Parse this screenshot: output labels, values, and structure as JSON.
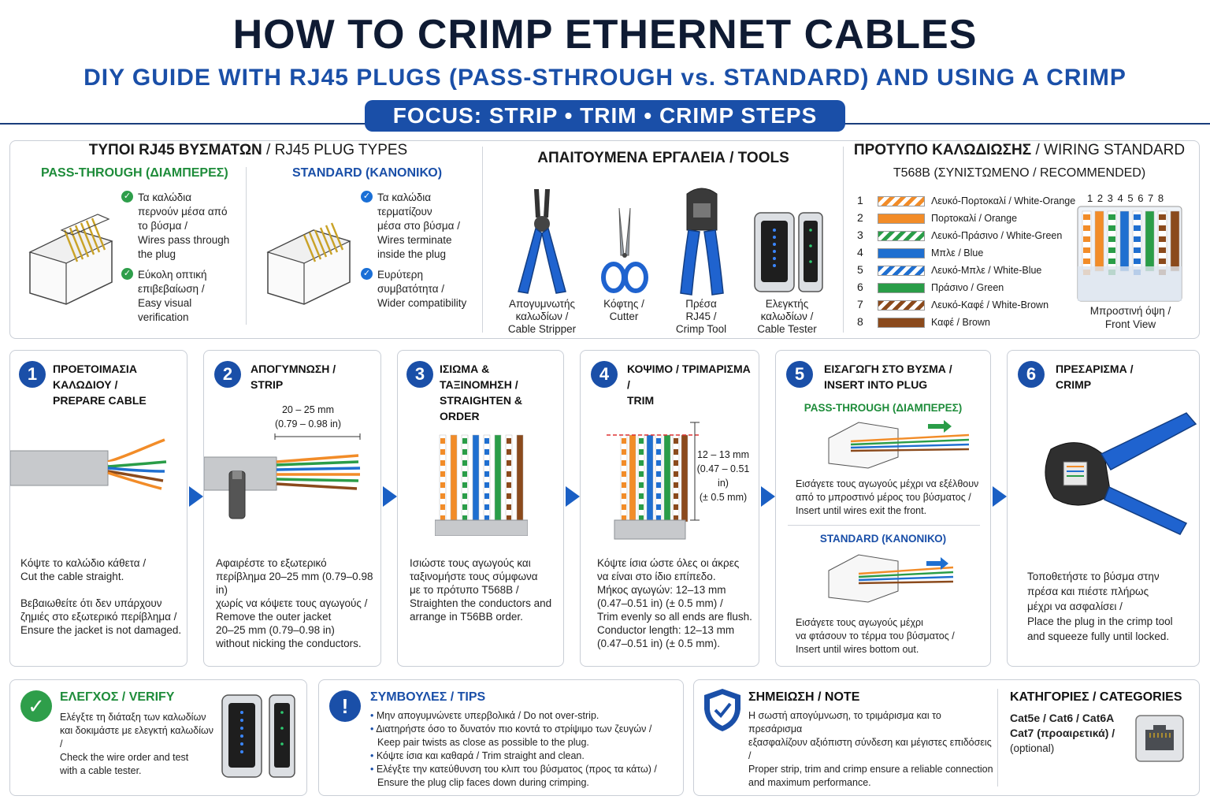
{
  "header": {
    "title": "HOW TO CRIMP ETHERNET CABLES",
    "subtitle": "DIY GUIDE WITH RJ45 PLUGS (PASS-STHROUGH vs. STANDARD) AND USING A CRIMP",
    "focus": "FOCUS: STRIP • TRIM • CRIMP STEPS"
  },
  "plug_types": {
    "title_gr": "ΤΥΠΟΙ RJ45 ΒΥΣΜΑΤΩΝ",
    "title_sep": " / ",
    "title_en": "RJ45 PLUG TYPES",
    "pass": {
      "label": "PASS-THROUGH (ΔΙΑΜΠΕΡΕΣ)",
      "p1": [
        "Τα καλώδια",
        "περνούν μέσα από",
        "το βύσμα /",
        "Wires pass through",
        "the plug"
      ],
      "p2": [
        "Εύκολη οπτική",
        "επιβεβαίωση /",
        "Easy visual",
        "verification"
      ]
    },
    "standard": {
      "label": "STANDARD (ΚΑΝΟΝΙΚΟ)",
      "p1": [
        "Τα καλώδια",
        "τερματίζουν",
        "μέσα στο βύσμα /",
        "Wires terminate",
        "inside the plug"
      ],
      "p2": [
        "Ευρύτερη",
        "συμβατότητα /",
        "Wider compatibility"
      ]
    }
  },
  "tools": {
    "title": "ΑΠΑΙΤΟΥΜΕΝΑ ΕΡΓΑΛΕΙΑ / TOOLS",
    "items": [
      {
        "l1": "Απογυμνωτής",
        "l2": "καλωδίων /",
        "l3": "Cable Stripper"
      },
      {
        "l1": "Κόφτης /",
        "l2": "Cutter",
        "l3": ""
      },
      {
        "l1": "Πρέσα",
        "l2": "RJ45 /",
        "l3": "Crimp Tool"
      },
      {
        "l1": "Ελεγκτής",
        "l2": "καλωδίων /",
        "l3": "Cable Tester"
      }
    ]
  },
  "wiring": {
    "title_gr": "ΠΡΟΤΥΠΟ ΚΑΛΩΔΙΩΣΗΣ",
    "title_sep": " / ",
    "title_en": "WIRING STANDARD",
    "subtitle": "T568B (ΣΥΝΙΣΤΩΜΕΝΟ / RECOMMENDED)",
    "pins_label": "1 2 3 4 5 6 7 8",
    "front_l1": "Μπροστινή όψη /",
    "front_l2": "Front View",
    "rows": [
      {
        "n": "1",
        "label": "Λευκό-Πορτοκαλί / White-Orange",
        "color": "#f28c28",
        "striped": true
      },
      {
        "n": "2",
        "label": "Πορτοκαλί / Orange",
        "color": "#f28c28",
        "striped": false
      },
      {
        "n": "3",
        "label": "Λευκό-Πράσινο / White-Green",
        "color": "#2a9d48",
        "striped": true
      },
      {
        "n": "4",
        "label": "Μπλε / Blue",
        "color": "#1f6fd0",
        "striped": false
      },
      {
        "n": "5",
        "label": "Λευκό-Μπλε / White-Blue",
        "color": "#1f6fd0",
        "striped": true
      },
      {
        "n": "6",
        "label": "Πράσινο / Green",
        "color": "#2a9d48",
        "striped": false
      },
      {
        "n": "7",
        "label": "Λευκό-Καφέ / White-Brown",
        "color": "#8b4a1c",
        "striped": true
      },
      {
        "n": "8",
        "label": "Καφέ / Brown",
        "color": "#8b4a1c",
        "striped": false
      }
    ]
  },
  "steps": [
    {
      "n": "1",
      "t1": "ΠΡΟΕΤΟΙΜΑΣΙΑ ΚΑΛΩΔΙΟΥ /",
      "t2": "PREPARE CABLE",
      "body": [
        "Κόψτε το καλώδιο κάθετα /",
        "Cut the cable straight.",
        "",
        "Βεβαιωθείτε ότι δεν υπάρχουν",
        "ζημιές στο εξωτερικό περίβλημα /",
        "Ensure the jacket is not damaged."
      ]
    },
    {
      "n": "2",
      "t1": "ΑΠΟΓΥΜΝΩΣΗ /",
      "t2": "STRIP",
      "dim1": "20 – 25 mm",
      "dim2": "(0.79 – 0.98 in)",
      "body": [
        "Αφαιρέστε το εξωτερικό",
        "περίβλημα 20–25 mm (0.79–0.98 in)",
        "χωρίς να κόψετε τους αγωγούς /",
        "Remove the outer jacket",
        "20–25 mm (0.79–0.98 in)",
        "without nicking the conductors."
      ]
    },
    {
      "n": "3",
      "t1": "ΙΣΙΩΜΑ & ΤΑΞΙΝΟΜΗΣΗ /",
      "t2": "STRAIGHTEN & ORDER",
      "body": [
        "Ισιώστε τους αγωγούς και",
        "ταξινομήστε τους σύμφωνα",
        "με το πρότυπο T568B /",
        "Straighten the conductors and",
        "arrange in T56BB order."
      ]
    },
    {
      "n": "4",
      "t1": "ΚΟΨΙΜΟ / ΤΡΙΜΑΡΙΣΜΑ /",
      "t2": "TRIM",
      "dim1": "12 – 13 mm",
      "dim2": "(0.47 – 0.51 in)",
      "dim3": "(± 0.5 mm)",
      "body": [
        "Κόψτε ίσια ώστε όλες οι άκρες",
        "να είναι στο ίδιο επίπεδο.",
        "Μήκος αγωγών: 12–13 mm",
        "(0.47–0.51 in) (± 0.5 mm) /",
        "Trim evenly so all ends are flush.",
        "Conductor length: 12–13 mm",
        "(0.47–0.51 in) (± 0.5 mm)."
      ]
    },
    {
      "n": "5",
      "t1": "ΕΙΣΑΓΩΓΗ ΣΤΟ ΒΥΣΜΑ /",
      "t2": "INSERT INTO PLUG",
      "pass_label": "PASS-THROUGH (ΔΙΑΜΠΕΡΕΣ)",
      "pass_body": [
        "Εισάγετε τους αγωγούς μέχρι να εξέλθουν",
        "από το μπροστινό μέρος του βύσματος /",
        "Insert until wires exit the front."
      ],
      "std_label": "STANDARD (ΚΑΝΟΝΙΚΟ)",
      "std_body": [
        "Εισάγετε τους αγωγούς μέχρι",
        "να φτάσουν το τέρμα του βύσματος /",
        "Insert until wires bottom out."
      ]
    },
    {
      "n": "6",
      "t1": "ΠΡΕΣΑΡΙΣΜΑ /",
      "t2": "CRIMP",
      "body": [
        "Τοποθετήστε το βύσμα στην",
        "πρέσα και πιέστε πλήρως",
        "μέχρι να ασφαλίσει /",
        "Place the plug in the crimp tool",
        "and squeeze fully until locked."
      ]
    }
  ],
  "verify": {
    "title": "ΕΛΕΓΧΟΣ / VERIFY",
    "body": [
      "Ελέγξτε τη διάταξη των καλωδίων",
      "και δοκιμάστε με ελεγκτή καλωδίων /",
      "Check the wire order and test",
      "with a cable tester."
    ]
  },
  "tips": {
    "title": "ΣΥΜΒΟΥΛΕΣ / TIPS",
    "items": [
      {
        "a": "Μην απογυμνώνετε υπερβολικά / Do not over-strip.",
        "b": ""
      },
      {
        "a": "Διατηρήστε όσο το δυνατόν πιο κοντά το στρίψιμο των ζευγών /",
        "b": "Keep pair twists as close as possible to the plug."
      },
      {
        "a": "Κόψτε ίσια και καθαρά / Trim straight and clean.",
        "b": ""
      },
      {
        "a": "Ελέγξτε την κατεύθυνση του κλιπ του βύσματος (προς τα κάτω) /",
        "b": "Ensure the plug clip faces down during crimping."
      }
    ]
  },
  "note": {
    "title": "ΣΗΜΕΙΩΣΗ / NOTE",
    "body": [
      "Η σωστή απογύμνωση, το τριμάρισμα και το πρεσάρισμα",
      "εξασφαλίζουν αξιόπιστη σύνδεση και μέγιστες επιδόσεις /",
      "Proper strip, trim and crimp ensure a reliable connection",
      "and maximum performance."
    ]
  },
  "categories": {
    "title": "ΚΑΤΗΓΟΡΙΕΣ / CATEGORIES",
    "l1": "Cat5e / Cat6 / Cat6A",
    "l2": "Cat7 (προαιρετικά) /",
    "l3": "(optional)"
  },
  "colors": {
    "navy": "#0f1b33",
    "accent": "#1a4fa8",
    "green": "#1e8c3a"
  }
}
